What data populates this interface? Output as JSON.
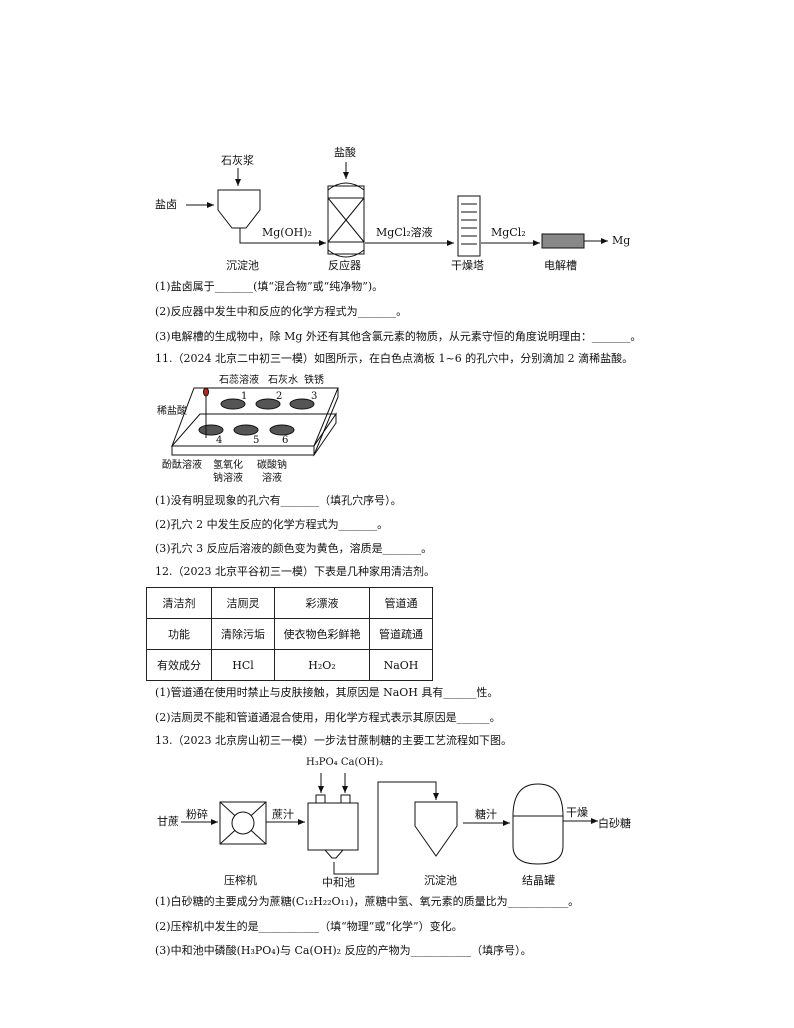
{
  "diagram1": {
    "input_left": "盐卤",
    "reagent1": "石灰浆",
    "reagent2": "盐酸",
    "arrow1": "Mg(OH)₂",
    "arrow2": "MgCl₂溶液",
    "arrow3": "MgCl₂",
    "output": "Mg",
    "units": [
      "沉淀池",
      "反应器",
      "干燥塔",
      "电解槽"
    ]
  },
  "q10": {
    "s1": "(1)盐卤属于_______(填“混合物”或“纯净物”)。",
    "s2": "(2)反应器中发生中和反应的化学方程式为_______。",
    "s3": "(3)电解槽的生成物中，除 Mg 外还有其他含氯元素的物质，从元素守恒的角度说明理由：_______。"
  },
  "q11": {
    "stem": "11.（2024 北京二中初三一模）如图所示，在白色点滴板 1~6 的孔穴中，分别滴加 2 滴稀盐酸。",
    "top_labels": [
      "石蕊溶液",
      "石灰水",
      "铁锈"
    ],
    "dropper_label": "稀盐酸",
    "hole_numbers": [
      "1",
      "2",
      "3",
      "4",
      "5",
      "6"
    ],
    "bottom_labels": [
      "酚酞溶液",
      "氢氧化",
      "钠溶液",
      "碳酸钠",
      "溶液"
    ],
    "s1": "(1)没有明显现象的孔穴有_______（填孔穴序号）。",
    "s2": "(2)孔穴 2 中发生反应的化学方程式为_______。",
    "s3": "(3)孔穴 3 反应后溶液的颜色变为黄色，溶质是_______。"
  },
  "q12": {
    "stem": "12.（2023 北京平谷初三一模）下表是几种家用清洁剂。",
    "table": [
      [
        "清洁剂",
        "洁厕灵",
        "彩漂液",
        "管道通"
      ],
      [
        "功能",
        "清除污垢",
        "使衣物色彩鲜艳",
        "管道疏通"
      ],
      [
        "有效成分",
        "HCl",
        "H₂O₂",
        "NaOH"
      ]
    ],
    "s1": "(1)管道通在使用时禁止与皮肤接触，其原因是 NaOH 具有______性。",
    "s2": "(2)洁厕灵不能和管道通混合使用，用化学方程式表示其原因是______。"
  },
  "q13": {
    "stem": "13.（2023 北京房山初三一模）一步法甘蔗制糖的主要工艺流程如下图。",
    "input": "甘蔗",
    "step1": "粉碎",
    "juice": "蔗汁",
    "reagents": "H₃PO₄ Ca(OH)₂",
    "syrup": "糖汁",
    "dry": "干燥",
    "output": "白砂糖",
    "units": [
      "压榨机",
      "中和池",
      "沉淀池",
      "结晶罐"
    ],
    "s1": "(1)白砂糖的主要成分为蔗糖(C₁₂H₂₂O₁₁)，蔗糖中氢、氧元素的质量比为___________。",
    "s2": "(2)压榨机中发生的是___________（填“物理”或“化学”）变化。",
    "s3": "(3)中和池中磷酸(H₃PO₄)与 Ca(OH)₂ 反应的产物为___________（填序号）。"
  }
}
